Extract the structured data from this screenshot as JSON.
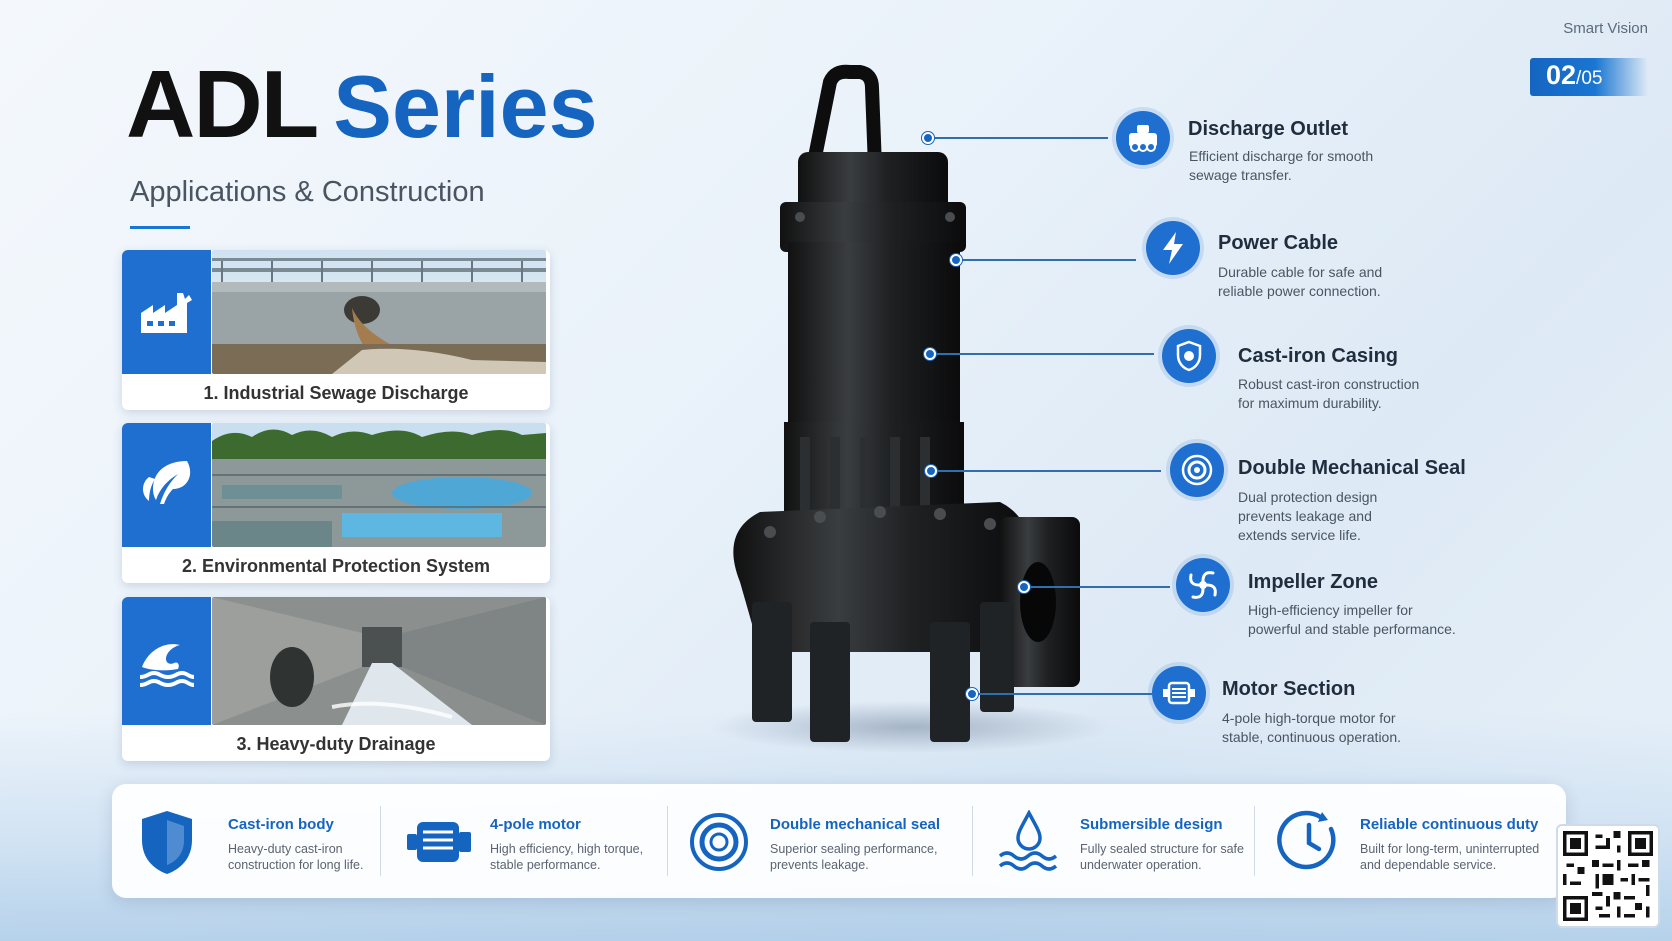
{
  "brand": "Smart Vision",
  "page": {
    "current": "02",
    "total": "/05"
  },
  "title": {
    "main": "ADL",
    "accent": "Series",
    "subtitle": "Applications & Construction"
  },
  "applications": [
    {
      "caption": "1. Industrial Sewage Discharge",
      "icon": "factory-icon"
    },
    {
      "caption": "2. Environmental Protection System",
      "icon": "leaf-icon"
    },
    {
      "caption": "3. Heavy-duty Drainage",
      "icon": "wave-icon"
    }
  ],
  "callouts": [
    {
      "title": "Discharge Outlet",
      "desc": "Efficient discharge for smooth sewage transfer.",
      "icon": "pipe-outlet-icon"
    },
    {
      "title": "Power Cable",
      "desc": "Durable cable for safe and reliable power connection.",
      "icon": "lightning-icon"
    },
    {
      "title": "Cast-iron Casing",
      "desc": "Robust cast-iron construction for maximum durability.",
      "icon": "shield-icon"
    },
    {
      "title": "Double Mechanical Seal",
      "desc": "Dual protection design prevents leakage and extends service life.",
      "icon": "seal-ring-icon"
    },
    {
      "title": "Impeller Zone",
      "desc": "High-efficiency impeller for powerful and stable performance.",
      "icon": "impeller-icon"
    },
    {
      "title": "Motor Section",
      "desc": "4-pole high-torque motor for stable, continuous operation.",
      "icon": "motor-icon"
    }
  ],
  "features": [
    {
      "title": "Cast-iron body",
      "desc": "Heavy-duty cast-iron construction for long life.",
      "icon": "shield-icon"
    },
    {
      "title": "4-pole motor",
      "desc": "High efficiency, high torque, stable performance.",
      "icon": "motor-icon"
    },
    {
      "title": "Double mechanical seal",
      "desc": "Superior sealing performance, prevents leakage.",
      "icon": "seal-ring-icon"
    },
    {
      "title": "Submersible design",
      "desc": "Fully sealed structure for safe underwater operation.",
      "icon": "water-drop-icon"
    },
    {
      "title": "Reliable continuous duty",
      "desc": "Built for long-term, uninterrupted and dependable service.",
      "icon": "clock-icon"
    }
  ],
  "colors": {
    "accent": "#1565c0",
    "icon_bg": "#1e6fcf",
    "title_dark": "#111111"
  }
}
